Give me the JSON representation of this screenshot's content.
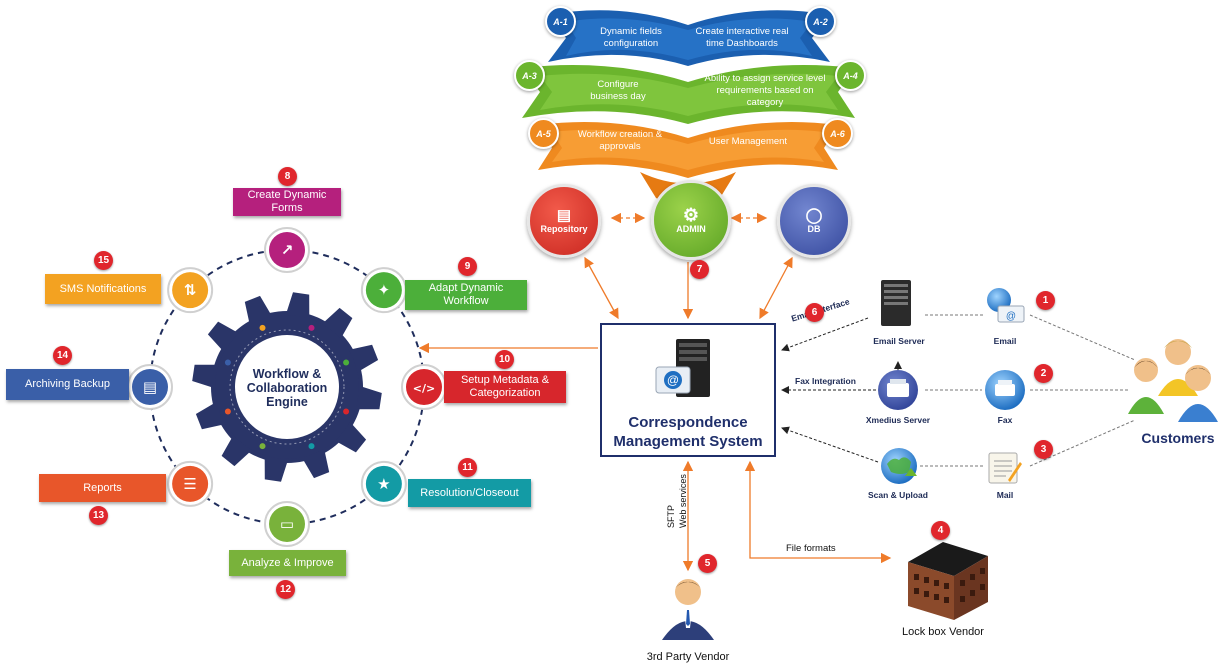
{
  "admin_panel": {
    "items": [
      {
        "badge": "A-1",
        "text": "Dynamic fields configuration"
      },
      {
        "badge": "A-2",
        "text": "Create interactive real time Dashboards"
      },
      {
        "badge": "A-3",
        "text": "Configure business day"
      },
      {
        "badge": "A-4",
        "text": "Ability to assign service level requirements based on category"
      },
      {
        "badge": "A-5",
        "text": "Workflow creation & approvals"
      },
      {
        "badge": "A-6",
        "text": "User Management"
      }
    ],
    "colors": {
      "blue": "#1b5fb0",
      "green": "#6bb52d",
      "orange": "#ef8a1f"
    }
  },
  "nodes": {
    "repository": "Repository",
    "admin": "ADMIN",
    "db": "DB"
  },
  "cms": {
    "line1": "Correspondence",
    "line2": "Management System"
  },
  "engine": {
    "line1": "Workflow &",
    "line2": "Collaboration",
    "line3": "Engine"
  },
  "wheel": [
    {
      "num": "8",
      "label": "Create Dynamic Forms",
      "color": "#b5207d",
      "icon": "chart-line-icon"
    },
    {
      "num": "9",
      "label": "Adapt Dynamic Workflow",
      "color": "#4caf3a",
      "icon": "workflow-icon"
    },
    {
      "num": "10",
      "label": "Setup Metadata & Categorization",
      "color": "#d7262c",
      "icon": "code-icon"
    },
    {
      "num": "11",
      "label": "Resolution/Closeout",
      "color": "#139ba5",
      "icon": "star-icon"
    },
    {
      "num": "12",
      "label": "Analyze & Improve",
      "color": "#79b23b",
      "icon": "monitor-icon"
    },
    {
      "num": "13",
      "label": "Reports",
      "color": "#e8562a",
      "icon": "report-icon"
    },
    {
      "num": "14",
      "label": "Archiving Backup",
      "color": "#3a5fa8",
      "icon": "folder-icon"
    },
    {
      "num": "15",
      "label": "SMS Notifications",
      "color": "#f3a221",
      "icon": "arrows-icon"
    }
  ],
  "channels": {
    "email_server": "Email Server",
    "email": "Email",
    "xmedius": "Xmedius Server",
    "fax": "Fax",
    "scan": "Scan & Upload",
    "mail": "Mail",
    "email_interface": "Email Interface",
    "fax_integration": "Fax Integration",
    "customers": "Customers"
  },
  "badges": {
    "n1": "1",
    "n2": "2",
    "n3": "3",
    "n4": "4",
    "n5": "5",
    "n6": "6",
    "n7": "7"
  },
  "vendors": {
    "third_party": "3rd Party Vendor",
    "lockbox": "Lock box Vendor",
    "file_formats": "File formats",
    "sftp": "SFTP",
    "web_services": "Web services"
  }
}
